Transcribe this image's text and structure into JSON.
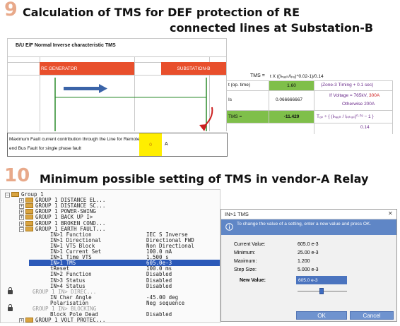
{
  "section9": {
    "number": "9",
    "title_line1": "Calculation of TMS for DEF protection of RE",
    "title_line2": "connected lines at Substation-B"
  },
  "sheet": {
    "caption": "B/U E/F Normal Inverse characteristic TMS",
    "re_generator": "RE GENERATOR",
    "substation": "SUBSTATION-B",
    "formula_label": "TMS =",
    "formula": "t X ((Iₕₐᵤₗₜ/Iₚᵤ)^0.02-1)/0.14",
    "t_label": "t (op. time)",
    "t_value": "1.60",
    "t_note": "(Zone-3 Timing + 0.1 sec)",
    "is_label": "Is",
    "is_value": "0.066666667",
    "is_note1": "If Voltage = 765kV,",
    "is_note1_red": "300A",
    "is_note2": "Otherwise 200A",
    "tms_label": "TMS =",
    "tms_value": "-11.429",
    "top_formula": "Tₒₚ ÷ { (Iₕₐᵤₗₜ / Iₚᵢₖᵤₚ)⁰·⁰² − 1 }",
    "top_value": "0.14",
    "max_fault_text_1": "Maximum Fault current contribution through the Line  for Remote",
    "max_fault_text_2": "end Bus Fault for single phase fault",
    "max_fault_value": "0",
    "max_fault_unit": "A"
  },
  "section10": {
    "number": "10",
    "title": "Minimum possible setting of TMS in vendor-A Relay"
  },
  "tree": {
    "rows": [
      {
        "label": "Group 1",
        "value": "",
        "indent": 0,
        "type": "root"
      },
      {
        "label": "GROUP 1 DISTANCE EL...",
        "value": "",
        "indent": 1,
        "type": "folder"
      },
      {
        "label": "GROUP 1 DISTANCE SC...",
        "value": "",
        "indent": 1,
        "type": "folder"
      },
      {
        "label": "GROUP 1 POWER-SWING",
        "value": "",
        "indent": 1,
        "type": "folder"
      },
      {
        "label": "GROUP 1 BACK UP I>",
        "value": "",
        "indent": 1,
        "type": "folder"
      },
      {
        "label": "GROUP 1 BROKEN COND...",
        "value": "",
        "indent": 1,
        "type": "folder"
      },
      {
        "label": "GROUP 1 EARTH FAULT...",
        "value": "",
        "indent": 1,
        "type": "folder-open"
      },
      {
        "label": "IN>1 Function",
        "value": "IEC S Inverse",
        "indent": 2,
        "type": "item"
      },
      {
        "label": "IN>1 Directional",
        "value": "Directional FWD",
        "indent": 2,
        "type": "item"
      },
      {
        "label": "IN>1 VTS Block",
        "value": "Non Directional",
        "indent": 2,
        "type": "item"
      },
      {
        "label": "IN>1 Current Set",
        "value": "100.0 mA",
        "indent": 2,
        "type": "item"
      },
      {
        "label": "IN>1 Time VTS",
        "value": "1.500 s",
        "indent": 2,
        "type": "item"
      },
      {
        "label": "IN>1 TMS",
        "value": "605.0e-3",
        "indent": 2,
        "type": "selected"
      },
      {
        "label": "tReset",
        "value": "100.0 ms",
        "indent": 2,
        "type": "item"
      },
      {
        "label": "IN>2 Function",
        "value": "Disabled",
        "indent": 2,
        "type": "item"
      },
      {
        "label": "IN>3 Status",
        "value": "Disabled",
        "indent": 2,
        "type": "item"
      },
      {
        "label": "IN>4 Status",
        "value": "Disabled",
        "indent": 2,
        "type": "item"
      },
      {
        "label": "GROUP 1 IN> DIREC...",
        "value": "",
        "indent": 2,
        "type": "locked"
      },
      {
        "label": "IN Char Angle",
        "value": "-45.00 deg",
        "indent": 2,
        "type": "item"
      },
      {
        "label": "Polarisation",
        "value": "Neg sequence",
        "indent": 2,
        "type": "item"
      },
      {
        "label": "GROUP 1 IN> BLOCKING",
        "value": "",
        "indent": 2,
        "type": "locked"
      },
      {
        "label": "Block Pole Dead",
        "value": "Disabled",
        "indent": 2,
        "type": "item"
      },
      {
        "label": "GROUP 1 VOLT PROTEC...",
        "value": "",
        "indent": 1,
        "type": "folder"
      }
    ]
  },
  "dialog": {
    "title": "IN>1 TMS",
    "close": "✕",
    "info": "To change the value of a setting, enter a new value and press OK.",
    "current_label": "Current Value:",
    "current_value": "605.0 e-3",
    "min_label": "Minimum:",
    "min_value": "25.00 e-3",
    "max_label": "Maximum:",
    "max_value": "1.200",
    "step_label": "Step Size:",
    "step_value": "5.000 e-3",
    "new_label": "New Value:",
    "new_value": "605.0 e-3",
    "slider_level": 0.49,
    "ok": "OK",
    "cancel": "Cancel"
  }
}
